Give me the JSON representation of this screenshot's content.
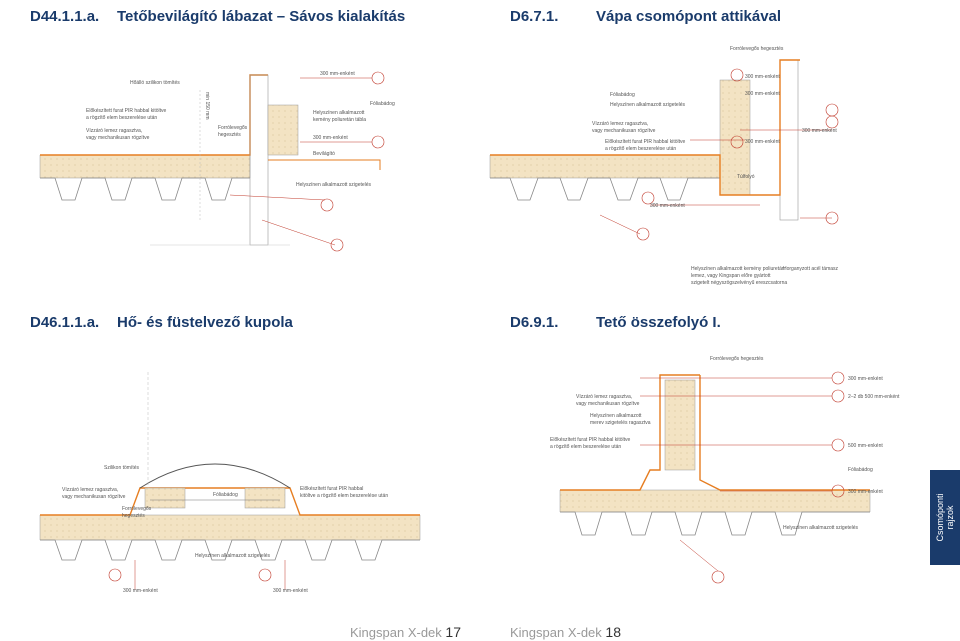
{
  "headers": {
    "tl_code": "D44.1.1.a.",
    "tl_title": "Tetőbevilágító lábazat – Sávos kialakítás",
    "tr_code": "D6.7.1.",
    "tr_title": "Vápa csomópont attikával",
    "bl_code": "D46.1.1.a.",
    "bl_title": "Hő- és füstelvező kupola",
    "br_code": "D6.9.1.",
    "br_title": "Tető összefolyó I."
  },
  "labels_tl": {
    "l1": "Hőálló szilikon tömítés",
    "l2": "Előkészített furat PIR habbal kitöltve",
    "l3": "a rögzítő elem beszerelése után",
    "l4": "Vízzáró lemez ragasztva,",
    "l5": "vagy mechanikusan rögzítve",
    "l6": "min 150 mm",
    "l7": "Forrólevegős",
    "l8": "hegesztés",
    "l9": "300 mm-enként",
    "l10": "Fóliabádog",
    "l11": "Helyszínen alkalmazott",
    "l12": "kemény poliuretán tábla",
    "l13": "300 mm-enként",
    "l14": "Bevilágító",
    "l15": "Helyszínen alkalmazott szigetelés"
  },
  "labels_tr": {
    "l1": "Forrólevegős hegesztés",
    "l2": "Fóliabádog",
    "l3": "Helyszínen alkalmazott szigetelés",
    "l4": "Vízzáró lemez ragasztva,",
    "l5": "vagy mechanikusan rögzítve",
    "l6": "Előkészített furat PIR habbal kitöltve",
    "l7": "a rögzítő elem beszerelése után",
    "l8": "300 mm-enként",
    "l9": "300 mm-enként",
    "l10": "300 mm-enként",
    "l11": "300 mm-enként",
    "l12": "Túlfolyó",
    "l13": "300 mm-enként",
    "l14": "Helyszínen alkalmazott kemény poliuretán",
    "l15": "lemez, vagy Kingspan előre gyártott",
    "l16": "szigetelt négyszögszelvényű ereszcsatorna",
    "l17": "Horganyzott acél támasz"
  },
  "labels_bl": {
    "l1": "Szilikon tömítés",
    "l2": "Vízzáró lemez ragasztva,",
    "l3": "vagy mechanikusan rögzítve",
    "l4": "Forrólevegős",
    "l5": "hegesztés",
    "l6": "Fóliabádog",
    "l7": "Előkészített furat PIR habbal",
    "l8": "kitöltve a rögzítő elem beszerelése után",
    "l9": "Helyszínen alkalmazott szigetelés",
    "l10": "300 mm-enként",
    "l11": "300 mm-enként"
  },
  "labels_br": {
    "l1": "Forrólevegős hegesztés",
    "l2": "300 mm-enként",
    "l3": "Vízzáró lemez ragasztva,",
    "l4": "vagy mechanikusan rögzítve",
    "l5": "2–2 db 500 mm-enként",
    "l6": "Helyszínen alkalmazott",
    "l7": "merev szigetelés ragasztva",
    "l8": "Előkészített furat PIR habbal kitöltve",
    "l9": "a rögzítő elem beszerelése után",
    "l10": "500 mm-enként",
    "l11": "Fóliabádog",
    "l12": "300 mm-enként",
    "l13": "Helyszínen alkalmazott szigetelés"
  },
  "sidebar": {
    "line1": "Csomóponti",
    "line2": "rajzok"
  },
  "footer": {
    "left_brand": "Kingspan X-dek",
    "left_page": "17",
    "right_brand": "Kingspan X-dek",
    "right_page": "18"
  },
  "colors": {
    "header": "#1a3b6b",
    "membrane": "#e67e22",
    "insulation": "#f3e3c3",
    "annotation_red": "#c0392b"
  }
}
